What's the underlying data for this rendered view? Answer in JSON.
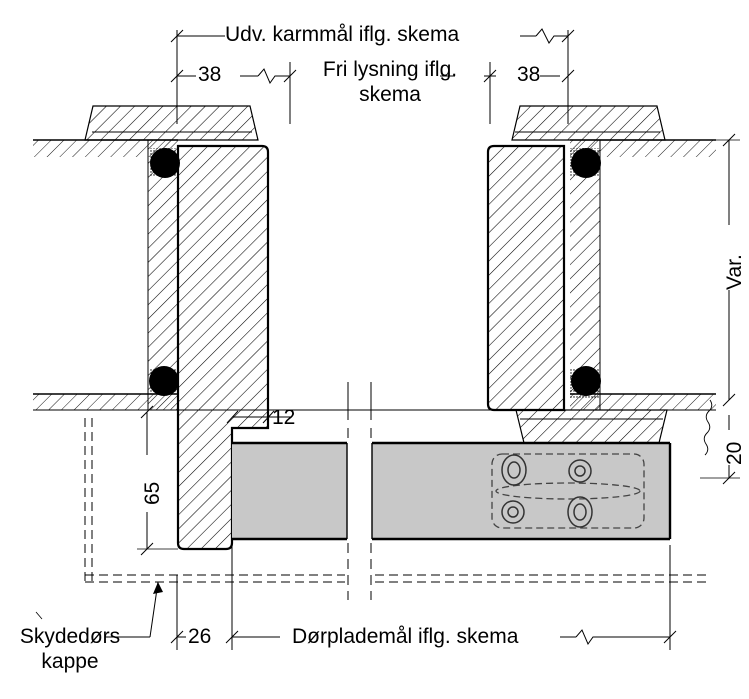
{
  "drawing": {
    "title": "Skydedoer vandret snit - karm og doerplade",
    "type": "technical-section-drawing",
    "language": "da",
    "units": "mm",
    "colors": {
      "line": "#000000",
      "panel_fill": "#c8c8c8",
      "hatch": "#000000",
      "seal": "#000000",
      "background": "#ffffff"
    }
  },
  "dimensions": {
    "top_overall": "Udv. karmmål iflg. skema",
    "top_inner": "Fri lysning iflg.\nskema",
    "left_jamb_width": "38",
    "right_jamb_width": "38",
    "rebate_depth": "12",
    "jamb_depth": "65",
    "cover_offset": "26",
    "bottom_overall": "Dørplademål iflg. skema",
    "right_vertical_var": "Var.",
    "right_vertical_20": "20"
  },
  "annotations": {
    "cover_note": "Skydedørs\nkappe"
  },
  "parts": {
    "wall": "wall-hatched",
    "architrave": "architrave-trapezoid",
    "frame_jamb": "frame-jamb-hatched",
    "seal": "seal-gasket-circle",
    "door_panel": "door-leaf-grey",
    "lock_case": "lock-hardware-hidden",
    "sliding_cover": "sliding-door-cover-hidden"
  }
}
